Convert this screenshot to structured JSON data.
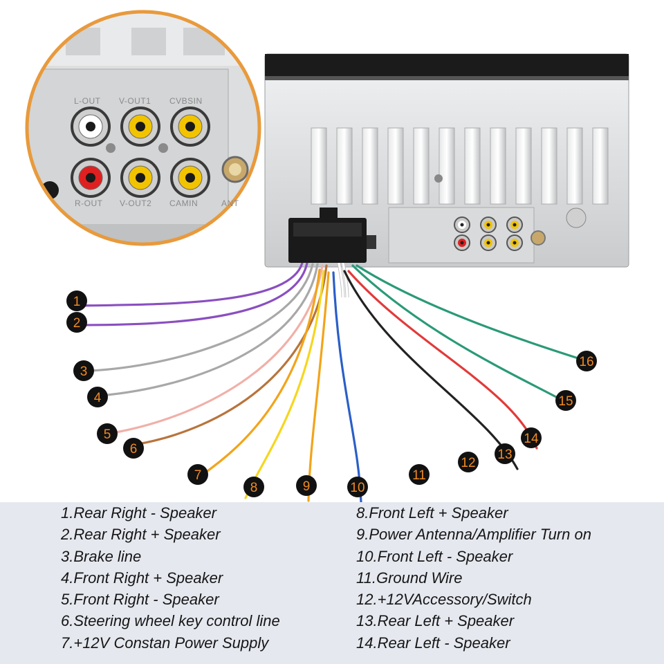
{
  "colors": {
    "background": "#ffffff",
    "legend_band": "#e5e8ef",
    "badge_fill": "#111111",
    "badge_text": "#f08a24",
    "inset_border": "#e89a3c"
  },
  "wires": [
    {
      "number": "1",
      "color": "#8a4fc0"
    },
    {
      "number": "2",
      "color": "#8a4fc0"
    },
    {
      "number": "3",
      "color": "#a8a8a8"
    },
    {
      "number": "4",
      "color": "#a8a8a8"
    },
    {
      "number": "5",
      "color": "#f0b0a8"
    },
    {
      "number": "6",
      "color": "#b8743c"
    },
    {
      "number": "7",
      "color": "#f2a419"
    },
    {
      "number": "8",
      "color": "#f6d61e"
    },
    {
      "number": "9",
      "color": "#f2a419"
    },
    {
      "number": "10",
      "color": "#2a5fc8"
    },
    {
      "number": "11",
      "color": "#ffffff"
    },
    {
      "number": "12",
      "color": "#ffffff"
    },
    {
      "number": "13",
      "color": "#222222"
    },
    {
      "number": "14",
      "color": "#e23a3a"
    },
    {
      "number": "15",
      "color": "#2a9a78"
    },
    {
      "number": "16",
      "color": "#2a9a78"
    }
  ],
  "inset": {
    "port_labels_top": [
      "L-OUT",
      "V-OUT1",
      "CVBSIN"
    ],
    "port_labels_bottom": [
      "R-OUT",
      "V-OUT2",
      "CAMIN",
      "ANT"
    ]
  },
  "legend": {
    "left": [
      "1.Rear Right - Speaker",
      "2.Rear Right + Speaker",
      "3.Brake line",
      "4.Front Right + Speaker",
      "5.Front Right - Speaker",
      "6.Steering wheel key control line",
      "7.+12V Constan Power Supply"
    ],
    "right": [
      "8.Front Left + Speaker",
      "9.Power Antenna/Amplifier Turn on",
      "10.Front Left - Speaker",
      "11.Ground Wire",
      "12.+12VAccessory/Switch",
      "13.Rear Left + Speaker",
      "14.Rear Left - Speaker"
    ]
  }
}
